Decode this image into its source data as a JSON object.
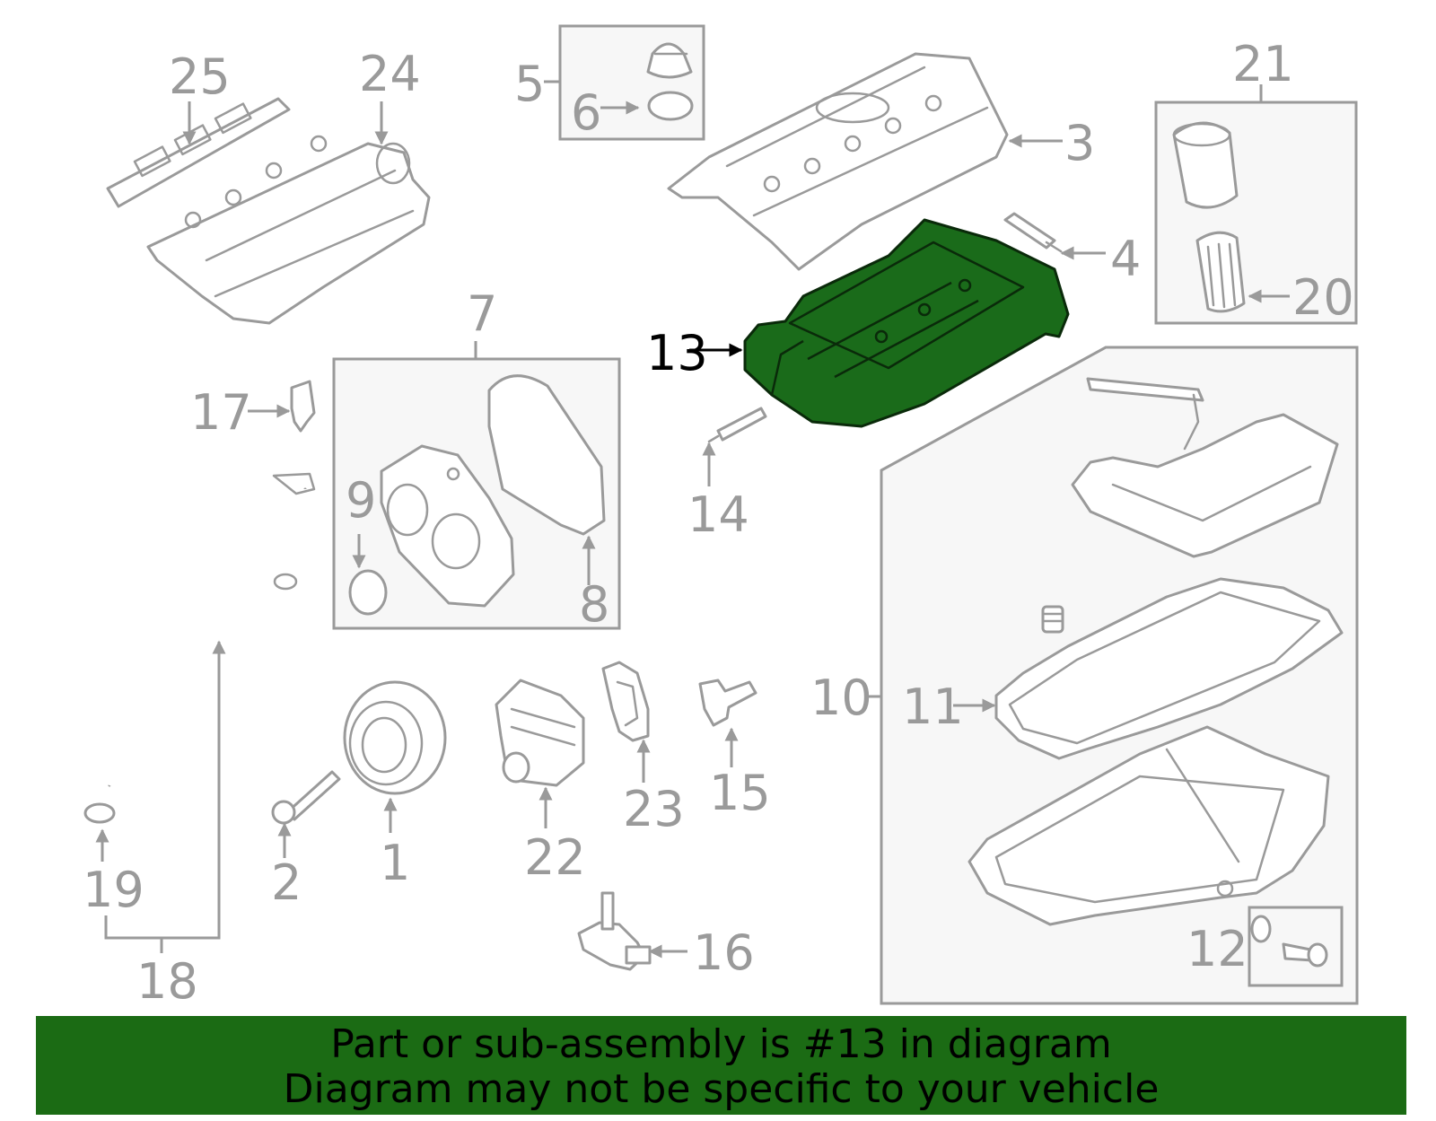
{
  "labels": {
    "p1": "1",
    "p2": "2",
    "p3": "3",
    "p4": "4",
    "p5": "5",
    "p6": "6",
    "p7": "7",
    "p8": "8",
    "p9": "9",
    "p10": "10",
    "p11": "11",
    "p12": "12",
    "p13": "13",
    "p14": "14",
    "p15": "15",
    "p16": "16",
    "p17": "17",
    "p18": "18",
    "p19": "19",
    "p20": "20",
    "p21": "21",
    "p22": "22",
    "p23": "23",
    "p24": "24",
    "p25": "25"
  },
  "highlighted_part": "13",
  "colors": {
    "highlight": "#1a6b1a",
    "banner": "#1b6b14",
    "line": "#9a9a9a"
  },
  "banner": {
    "line1": "Part or sub-assembly is #13 in diagram",
    "line2": "Diagram may not be specific to your vehicle"
  }
}
